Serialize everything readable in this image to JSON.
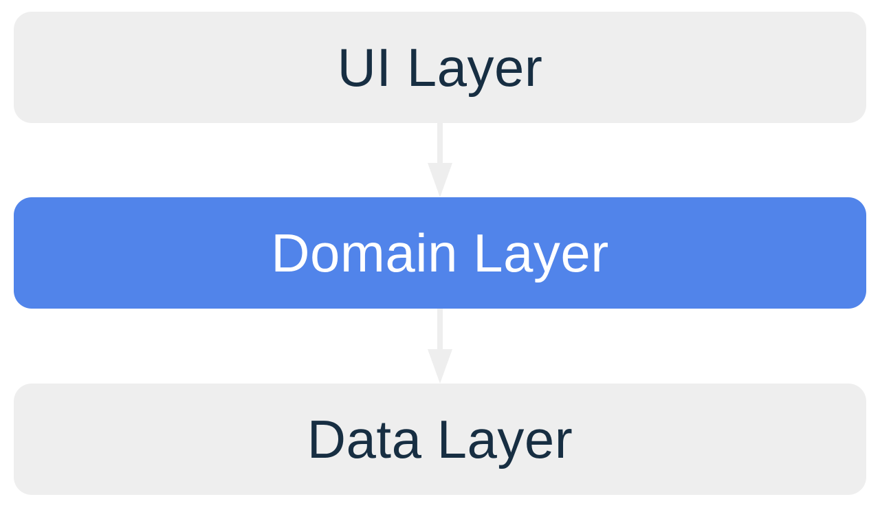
{
  "colors": {
    "neutral_fill": "#eeeeee",
    "neutral_text": "#172e42",
    "highlight_fill": "#5184ea",
    "highlight_text": "#ffffff",
    "arrow": "#eeeeee"
  },
  "layers": [
    {
      "label": "UI Layer",
      "highlighted": false
    },
    {
      "label": "Domain Layer",
      "highlighted": true
    },
    {
      "label": "Data Layer",
      "highlighted": false
    }
  ],
  "arrows": [
    {
      "from": "UI Layer",
      "to": "Domain Layer",
      "direction": "down"
    },
    {
      "from": "Domain Layer",
      "to": "Data Layer",
      "direction": "down"
    }
  ]
}
